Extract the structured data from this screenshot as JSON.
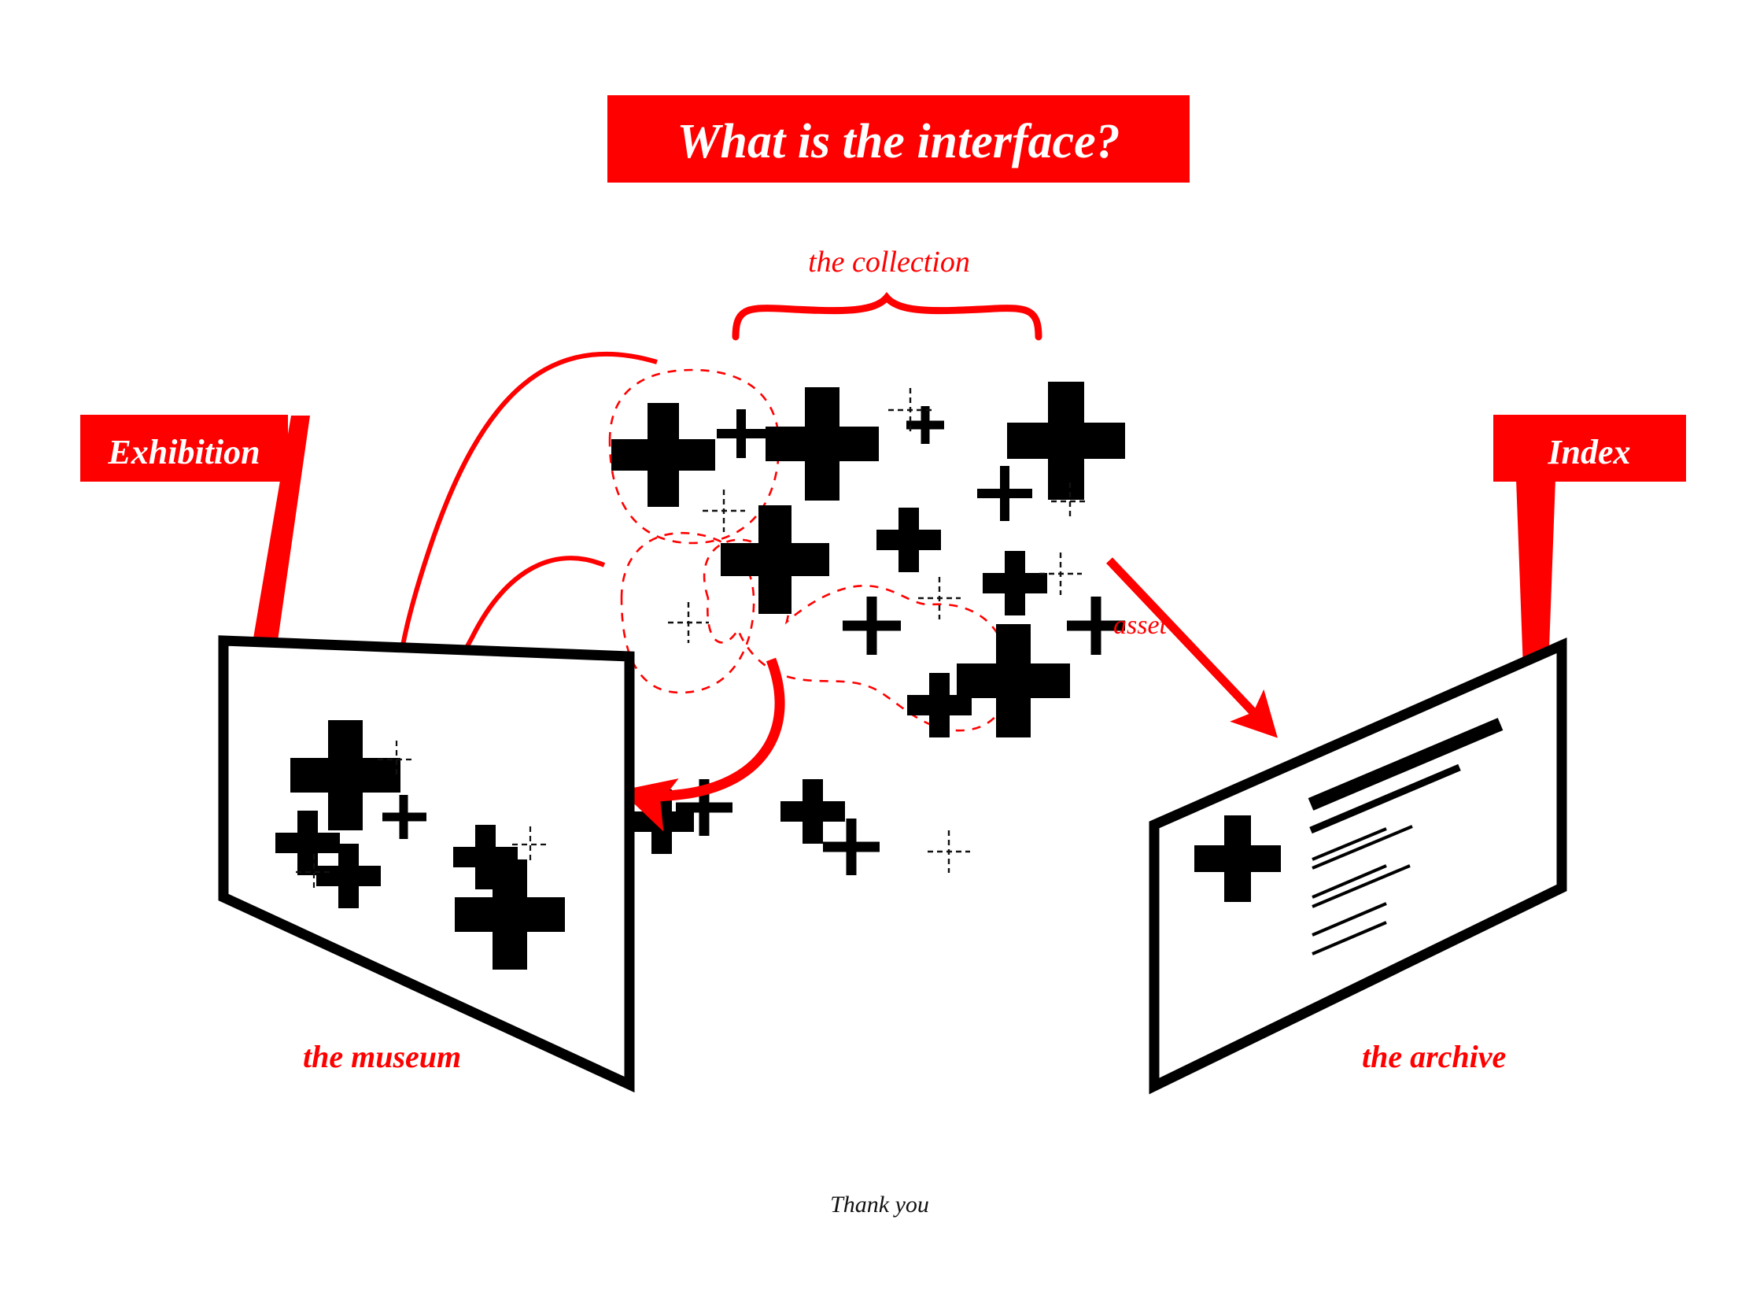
{
  "slide": {
    "title": "What is the interface?",
    "footer": "Thank you",
    "background_color": "#ffffff",
    "accent_color": "#ff0000",
    "ink_color": "#000000"
  },
  "banner": {
    "label": "What is the interface?",
    "fill": "#ff0000",
    "text_color": "#ffffff"
  },
  "callouts": {
    "left": {
      "label": "Exhibition",
      "fill": "#ff0000",
      "text_color": "#ffffff",
      "points_to": "the museum"
    },
    "right": {
      "label": "Index",
      "fill": "#ff0000",
      "text_color": "#ffffff",
      "points_to": "the archive"
    }
  },
  "annotations": {
    "collection_label": "the collection",
    "asset_label": "asset",
    "museum_label": "the museum",
    "archive_label": "the archive"
  },
  "panels": {
    "museum": {
      "caption": "the museum",
      "outline_color": "#000000",
      "item_count": 9
    },
    "archive": {
      "caption": "the archive",
      "outline_color": "#000000",
      "record_line_count": 8
    }
  },
  "collection": {
    "label": "the collection",
    "asset_label": "asset",
    "brace_color": "#ff0000",
    "lasso_color": "#ff0000",
    "lasso_count": 3,
    "marker_count": 25
  },
  "flow": {
    "arrow_color": "#ff0000",
    "arrows_to_museum": 3,
    "arrows_to_archive": 1
  }
}
